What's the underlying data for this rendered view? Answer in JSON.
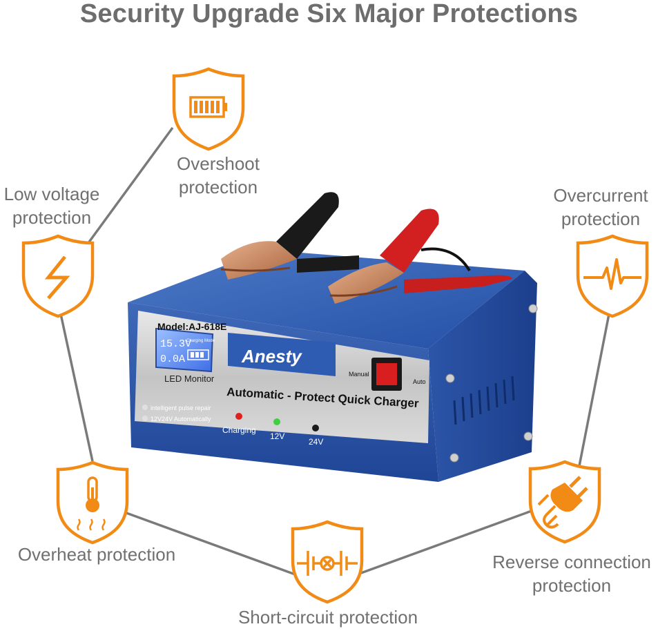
{
  "headline": "Security Upgrade Six Major Protections",
  "accent_color": "#f28b16",
  "protections": [
    {
      "id": "overshoot",
      "icon": "battery-icon",
      "lines": [
        "Overshoot",
        "protection"
      ]
    },
    {
      "id": "low_voltage",
      "icon": "lightning-icon",
      "lines": [
        "Low voltage",
        "protection"
      ]
    },
    {
      "id": "overcurrent",
      "icon": "pulse-icon",
      "lines": [
        "Overcurrent",
        "protection"
      ]
    },
    {
      "id": "overheat",
      "icon": "thermometer-icon",
      "lines": [
        "Overheat protection"
      ]
    },
    {
      "id": "short_circuit",
      "icon": "circuit-icon",
      "lines": [
        "Short-circuit protection"
      ]
    },
    {
      "id": "reverse_connection",
      "icon": "plug-icon",
      "lines": [
        "Reverse connection",
        "protection"
      ]
    }
  ],
  "charger": {
    "model": "Model:AJ-618E",
    "lcd_voltage": "15.3V",
    "lcd_current": "0.0A",
    "lcd_mode": "Charging Mode",
    "lcd_caption": "LED Monitor",
    "brand": "Anesty",
    "product_title": "Automatic - Protect Quick Charger",
    "switch_manual": "Manual",
    "switch_auto": "Auto",
    "feature_1": "intelligent pulse repair",
    "feature_2": "12V24V Automatically",
    "indicator_charging": "Charging",
    "indicator_12v": "12V",
    "indicator_24v": "24V"
  }
}
